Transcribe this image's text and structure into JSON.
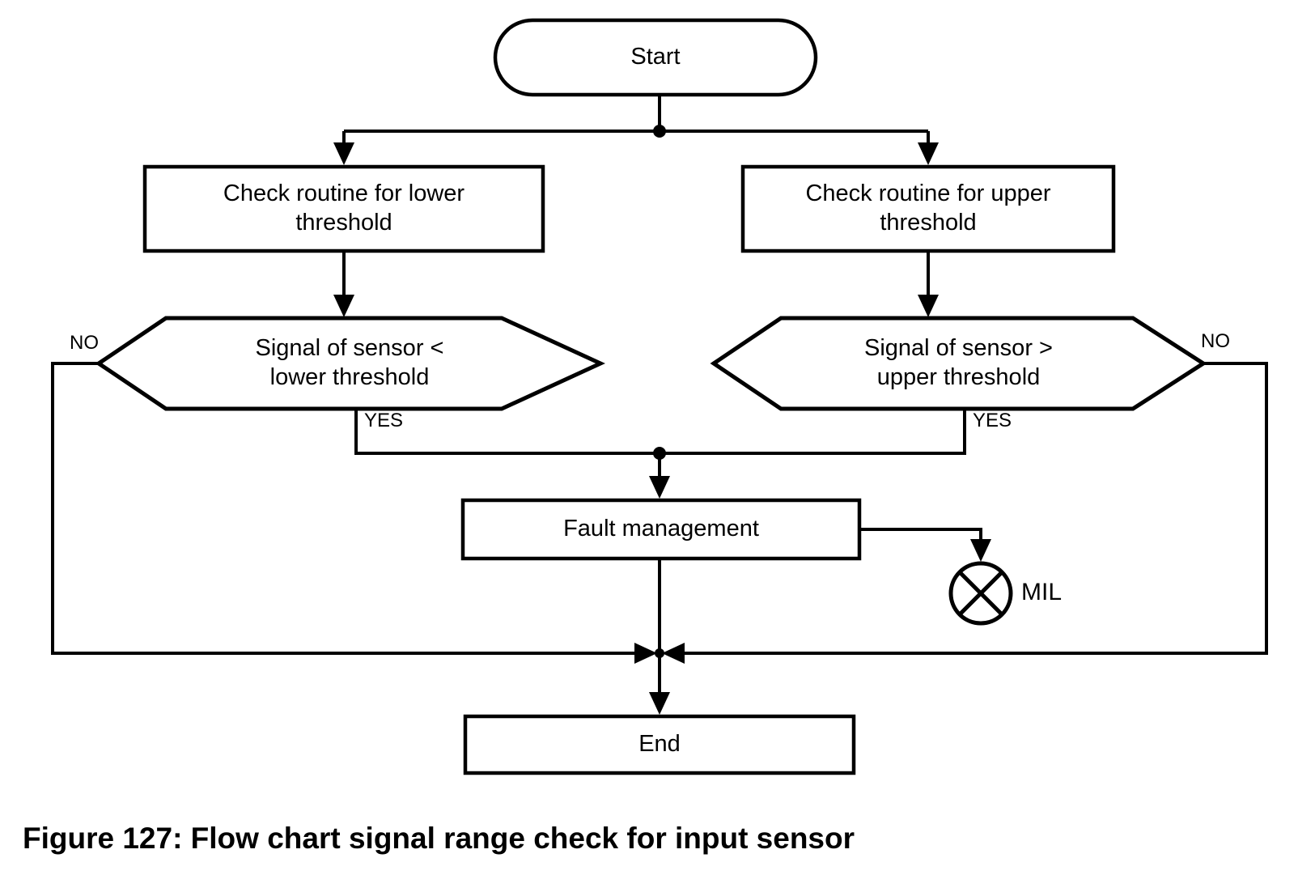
{
  "figure": {
    "caption": "Figure 127: Flow chart signal range check for input sensor"
  },
  "flowchart": {
    "nodes": {
      "start": {
        "label": "Start",
        "shape": "terminator"
      },
      "check_lower": {
        "label": "Check routine for lower threshold",
        "shape": "process"
      },
      "check_upper": {
        "label": "Check routine for upper threshold",
        "shape": "process"
      },
      "decision_lower": {
        "label": "Signal of sensor < lower threshold",
        "shape": "decision-hexagon"
      },
      "decision_upper": {
        "label": "Signal of sensor > upper threshold",
        "shape": "decision-hexagon"
      },
      "fault_management": {
        "label": "Fault management",
        "shape": "process"
      },
      "mil": {
        "label": "MIL",
        "shape": "indicator-lamp"
      },
      "end": {
        "label": "End",
        "shape": "process"
      }
    },
    "branch_labels": {
      "decision_lower_no": "NO",
      "decision_lower_yes": "YES",
      "decision_upper_no": "NO",
      "decision_upper_yes": "YES"
    },
    "colors": {
      "stroke": "#000000",
      "fill": "#ffffff",
      "text": "#000000"
    }
  }
}
